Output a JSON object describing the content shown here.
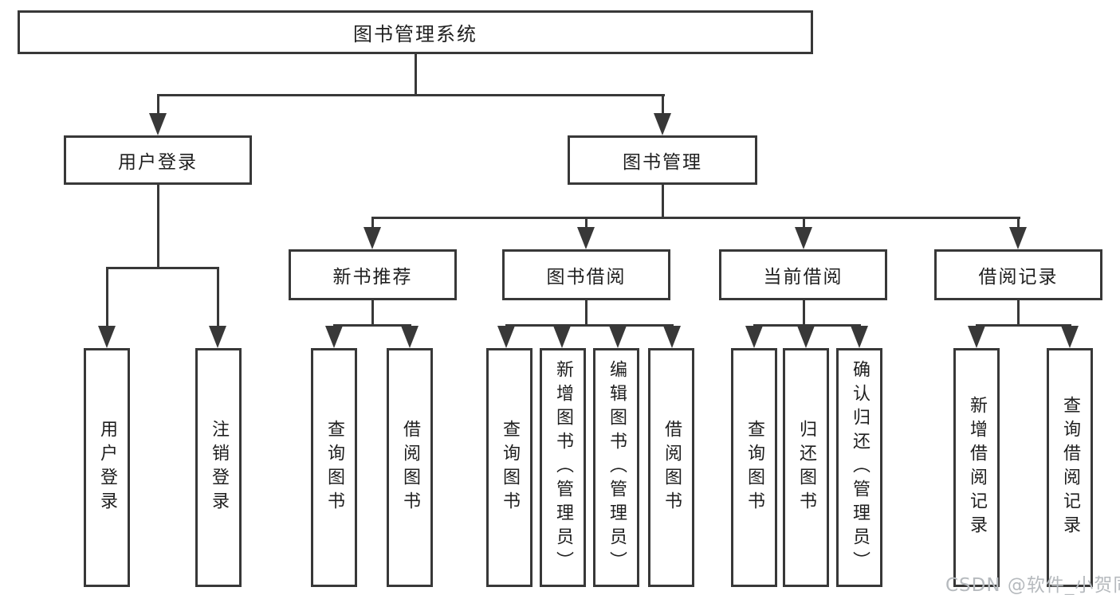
{
  "root": {
    "label": "图书管理系统"
  },
  "branches": {
    "user_login": {
      "label": "用户登录"
    },
    "book_mgmt": {
      "label": "图书管理"
    }
  },
  "modules": [
    {
      "label": "新书推荐"
    },
    {
      "label": "图书借阅"
    },
    {
      "label": "当前借阅"
    },
    {
      "label": "借阅记录"
    }
  ],
  "leaves": {
    "user_login": [
      "用户登录",
      "注销登录"
    ],
    "new_books": [
      "查询图书",
      "借阅图书"
    ],
    "book_borrow": [
      "查询图书",
      "新增图书（管理员）",
      "编辑图书（管理员）",
      "借阅图书"
    ],
    "current_borrow": [
      "查询图书",
      "归还图书",
      "确认归还（管理员）"
    ],
    "borrow_records": [
      "新增借阅记录",
      "查询借阅记录"
    ]
  },
  "watermark": {
    "text": "CSDN @软件_小贺同学",
    "color": "#b6babe"
  },
  "colors": {
    "line": "#383838",
    "text": "#1f1f1f",
    "background": "#ffffff"
  }
}
